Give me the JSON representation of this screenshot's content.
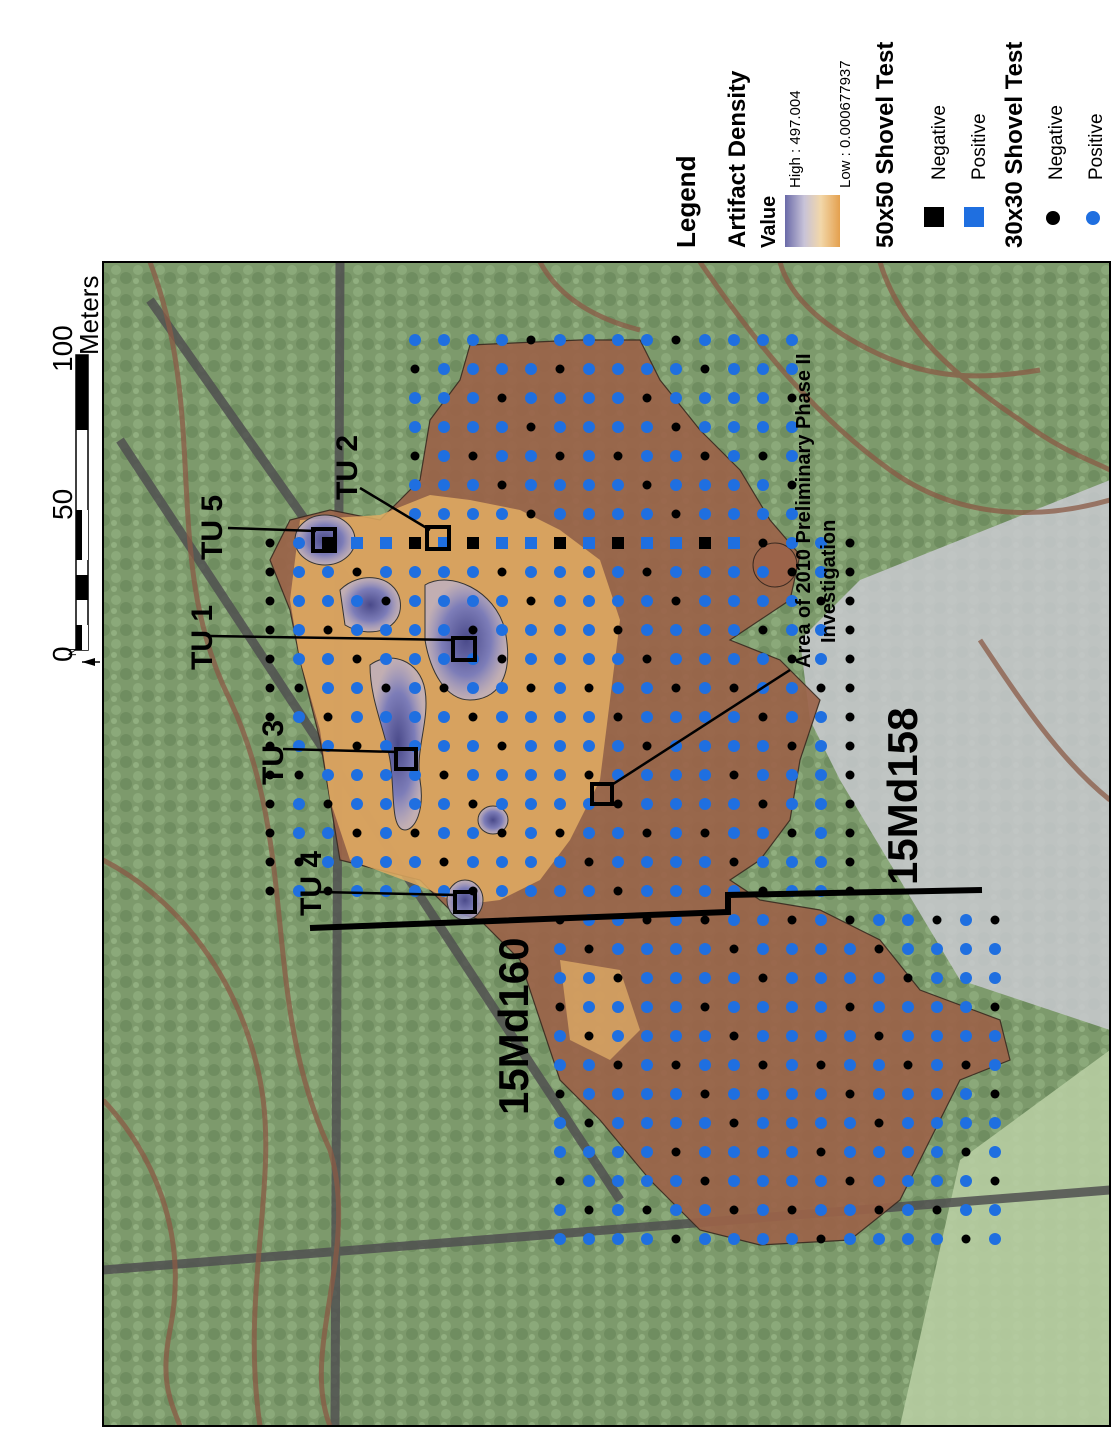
{
  "scale_bar": {
    "unit": "Meters",
    "ticks": [
      "0",
      "50",
      "100"
    ]
  },
  "north_arrow": {
    "label": "N"
  },
  "legend": {
    "title": "Legend",
    "density_title": "Artifact Density",
    "value_label": "Value",
    "high_label": "High : 497.004",
    "low_label": "Low : 0.000677937",
    "group_50": {
      "title": "50x50 Shovel Test",
      "items": [
        {
          "label": "Negative",
          "color": "#000000",
          "symbol": "square-icon"
        },
        {
          "label": "Positive",
          "color": "#1f6fe0",
          "symbol": "square-icon"
        }
      ]
    },
    "group_30": {
      "title": "30x30 Shovel Test",
      "items": [
        {
          "label": "Negative",
          "color": "#000000",
          "symbol": "circle-icon"
        },
        {
          "label": "Positive",
          "color": "#1f6fe0",
          "symbol": "circle-icon"
        }
      ]
    }
  },
  "colors": {
    "forest": "#7f9c6f",
    "density_low": "#e9b35f",
    "density_mid": "#9a6048",
    "density_high": "#5a5a9a",
    "positive": "#1f6fe0",
    "negative": "#000000",
    "contour": "#8a5a40",
    "road": "#4f4f4f"
  },
  "labels": {
    "tu1": "TU 1",
    "tu2": "TU 2",
    "tu3": "TU 3",
    "tu4": "TU 4",
    "tu5": "TU 5",
    "site_160": "15Md160",
    "site_158": "15Md158",
    "phase2": "Area of 2010 Preliminary Phase II Investigation"
  }
}
